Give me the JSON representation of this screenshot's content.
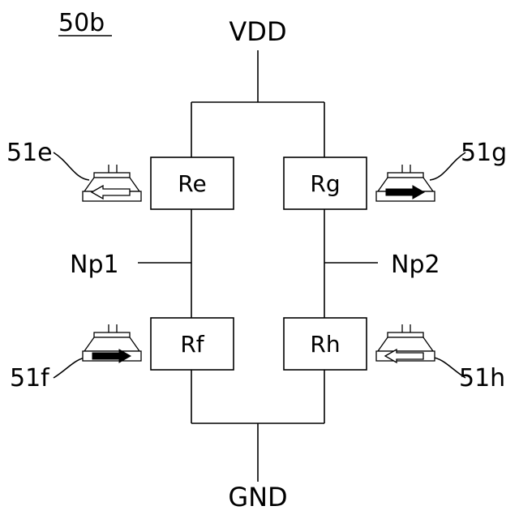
{
  "figure_label": "50b",
  "supply_label": "VDD",
  "ground_label": "GND",
  "nodes": {
    "left": "Np1",
    "right": "Np2"
  },
  "resistors": {
    "top_left": "Re",
    "top_right": "Rg",
    "bottom_left": "Rf",
    "bottom_right": "Rh"
  },
  "elements": [
    {
      "label": "51e",
      "arrow": "left",
      "fill": "hollow"
    },
    {
      "label": "51g",
      "arrow": "right",
      "fill": "solid"
    },
    {
      "label": "51f",
      "arrow": "right",
      "fill": "solid"
    },
    {
      "label": "51h",
      "arrow": "left",
      "fill": "hollow"
    }
  ]
}
